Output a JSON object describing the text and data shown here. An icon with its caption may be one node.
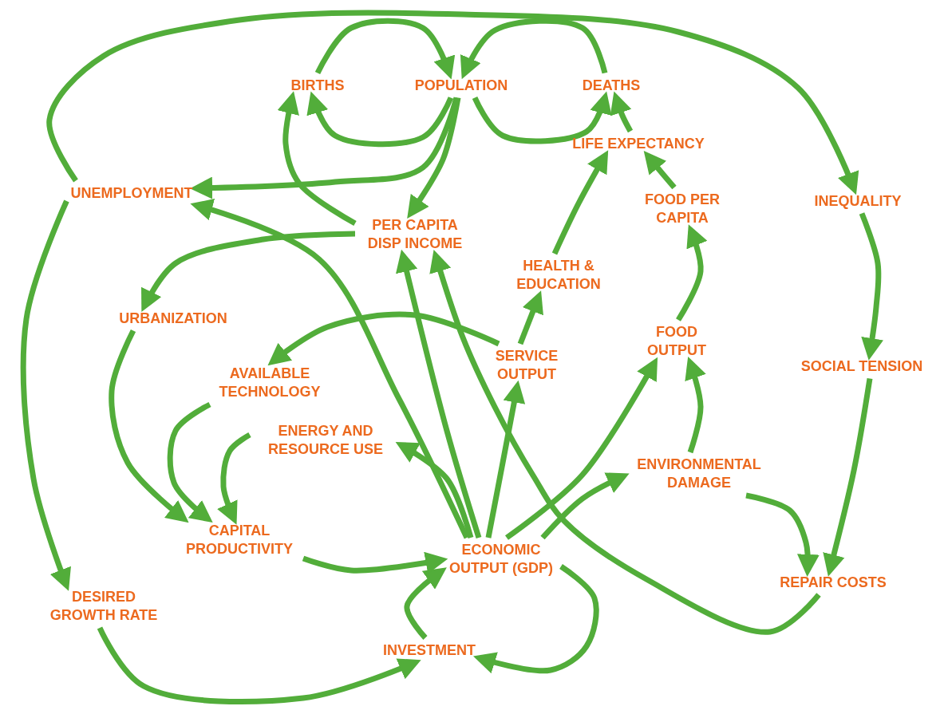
{
  "diagram": {
    "nodes": [
      {
        "text": [
          "BIRTHS"
        ]
      },
      {
        "text": [
          "POPULATION"
        ]
      },
      {
        "text": [
          "DEATHS"
        ]
      },
      {
        "text": [
          "LIFE EXPECTANCY"
        ]
      },
      {
        "text": [
          "UNEMPLOYMENT"
        ]
      },
      {
        "text": [
          "FOOD PER CAPITA"
        ]
      },
      {
        "text": [
          "INEQUALITY"
        ]
      },
      {
        "text": [
          "PER CAPITA DISP INCOME"
        ]
      },
      {
        "text": [
          "HEALTH & EDUCATION"
        ]
      },
      {
        "text": [
          "URBANIZATION"
        ]
      },
      {
        "text": [
          "FOOD OUTPUT"
        ]
      },
      {
        "text": [
          "SOCIAL TENSION"
        ]
      },
      {
        "text": [
          "SERVICE OUTPUT"
        ]
      },
      {
        "text": [
          "AVAILABLE TECHNOLOGY"
        ]
      },
      {
        "text": [
          "ENERGY AND RESOURCE USE"
        ]
      },
      {
        "text": [
          "ENVIRONMENTAL DAMAGE"
        ]
      },
      {
        "text": [
          "CAPITAL PRODUCTIVITY"
        ]
      },
      {
        "text": [
          "ECONOMIC OUTPUT (GDP)"
        ]
      },
      {
        "text": [
          "REPAIR COSTS"
        ]
      },
      {
        "text": [
          "DESIRED GROWTH RATE"
        ]
      },
      {
        "text": [
          "INVESTMENT"
        ]
      }
    ],
    "edges": [
      {
        "from": 0,
        "to": 1,
        "arrow": "to"
      },
      {
        "from": 1,
        "to": 0,
        "arrow": "to"
      },
      {
        "from": 2,
        "to": 1,
        "arrow": "to"
      },
      {
        "from": 1,
        "to": 2,
        "arrow": "to"
      },
      {
        "from": 3,
        "to": 2,
        "arrow": "to"
      },
      {
        "from": 8,
        "to": 3,
        "arrow": "to"
      },
      {
        "from": 5,
        "to": 3,
        "arrow": "to"
      },
      {
        "from": 10,
        "to": 5,
        "arrow": "to"
      },
      {
        "from": 1,
        "to": 4,
        "arrow": "to"
      },
      {
        "from": 1,
        "to": 7,
        "arrow": "to"
      },
      {
        "from": 7,
        "to": 0,
        "arrow": "to"
      },
      {
        "from": 4,
        "to": 6,
        "arrow": "to"
      },
      {
        "from": 6,
        "to": 11,
        "arrow": "to"
      },
      {
        "from": 11,
        "to": 18,
        "arrow": "to"
      },
      {
        "from": 15,
        "to": 18,
        "arrow": "to"
      },
      {
        "from": 18,
        "to": 7,
        "arrow": "to"
      },
      {
        "from": 17,
        "to": 7,
        "arrow": "to"
      },
      {
        "from": 7,
        "to": 9,
        "arrow": "to"
      },
      {
        "from": 9,
        "to": 16,
        "arrow": "to"
      },
      {
        "from": 4,
        "to": 19,
        "arrow": "to"
      },
      {
        "from": 19,
        "to": 20,
        "arrow": "to"
      },
      {
        "from": 20,
        "to": 17,
        "arrow": "to"
      },
      {
        "from": 17,
        "to": 20,
        "arrow": "to"
      },
      {
        "from": 16,
        "to": 17,
        "arrow": "to"
      },
      {
        "from": 13,
        "to": 16,
        "arrow": "to"
      },
      {
        "from": 14,
        "to": 16,
        "arrow": "to"
      },
      {
        "from": 17,
        "to": 14,
        "arrow": "to"
      },
      {
        "from": 12,
        "to": 13,
        "arrow": "to"
      },
      {
        "from": 12,
        "to": 8,
        "arrow": "to"
      },
      {
        "from": 17,
        "to": 12,
        "arrow": "to"
      },
      {
        "from": 17,
        "to": 10,
        "arrow": "to"
      },
      {
        "from": 17,
        "to": 15,
        "arrow": "to"
      },
      {
        "from": 15,
        "to": 10,
        "arrow": "to"
      },
      {
        "from": 17,
        "to": 4,
        "arrow": "to"
      }
    ]
  }
}
